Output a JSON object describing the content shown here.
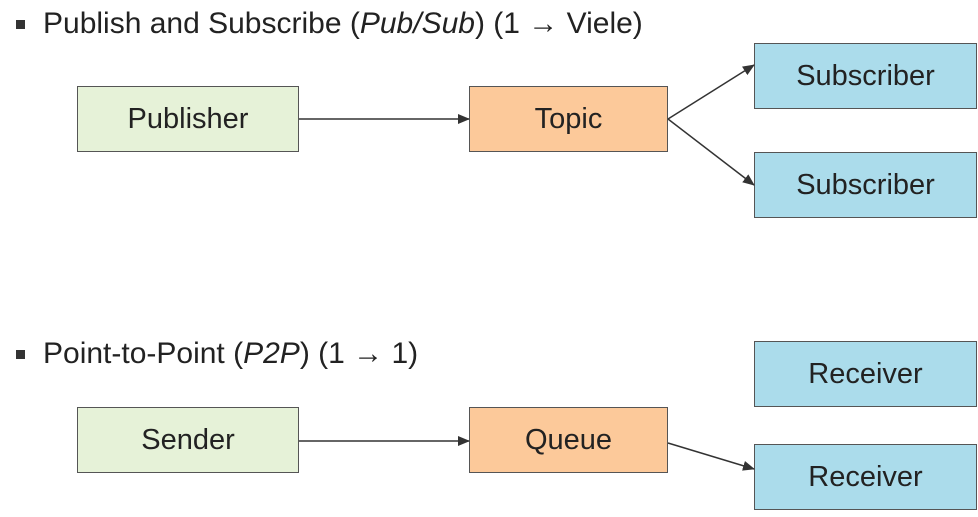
{
  "sections": [
    {
      "bullet": {
        "prefix": "Publish and Subscribe (",
        "emphasis": "Pub/Sub",
        "suffix": ") (1 → Viele)"
      },
      "source_label": "Publisher",
      "channel_label": "Topic",
      "targets": [
        "Subscriber",
        "Subscriber"
      ]
    },
    {
      "bullet": {
        "prefix": "Point-to-Point (",
        "emphasis": "P2P",
        "suffix": ") (1 → 1)"
      },
      "source_label": "Sender",
      "channel_label": "Queue",
      "targets": [
        "Receiver",
        "Receiver"
      ]
    }
  ],
  "colors": {
    "source_fill": "#e6f2d8",
    "channel_fill": "#fcc99a",
    "target_fill": "#abdceb",
    "border": "#555555",
    "arrow": "#333333"
  }
}
